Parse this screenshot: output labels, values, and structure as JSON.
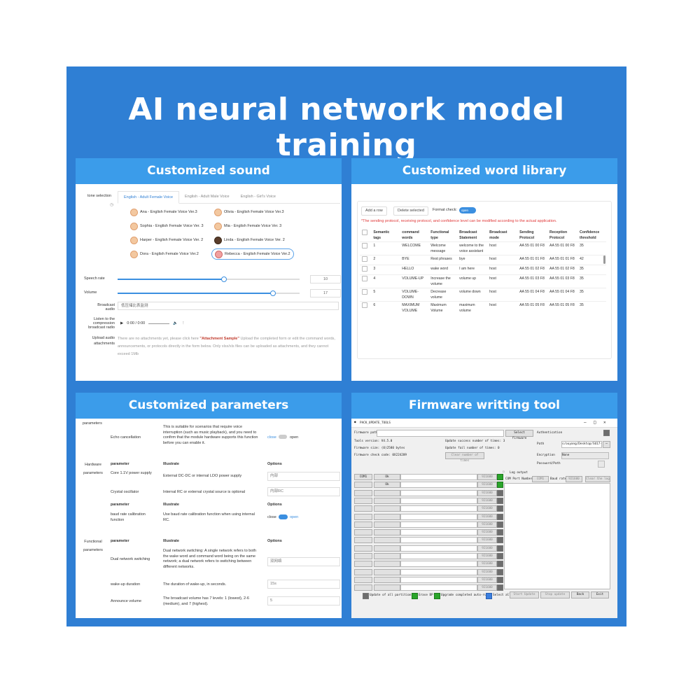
{
  "title": "AI neural network model training",
  "colors": {
    "background": "#2f7fd4",
    "panel_header": "#3b9cea",
    "accent": "#3b8fe0",
    "warning": "#e03b3b"
  },
  "panel_sound": {
    "header": "Customized sound",
    "tone_label": "tone selection",
    "tabs": [
      "English - Adult Female Voice",
      "English - Adult Male Voice",
      "English - Girl's Voice"
    ],
    "voices": [
      "Ana - English Female Voice Ver.3",
      "Olivia - English Female Voice Ver.3",
      "Sophia - English Female Voice Ver. 3",
      "Mia - English Female Voice Ver. 3",
      "Harper - English Female Voice Ver. 2",
      "Linda - English Female Voice Ver. 2",
      "Dora - English Female Voice Ver.2",
      "Rebecca - English Female Voice Ver.2"
    ],
    "speech_rate_label": "Speech rate",
    "speech_rate_value": "10",
    "speech_rate_level": 0.58,
    "volume_label": "Volume",
    "volume_value": "17",
    "volume_level": 0.85,
    "broadcast_label": "Broadcast audio",
    "broadcast_value": "低压储比表监测",
    "listen_label": "Listen to the compression broadcast radio",
    "player_time": "0:00 / 0:00",
    "upload_label": "Upload audio attachments",
    "upload_text_1": "There are no attachments yet, please click here",
    "upload_link": "\"Attachment Sample\"",
    "upload_text_2": "Upload the completed form or edit the command words, announcements, or protocols directly in the form below. Only xlsx/xls files can be uploaded as attachments, and they cannot exceed 1Mb"
  },
  "panel_words": {
    "header": "Customized word library",
    "add_row": "Add a row",
    "delete_selected": "Delete selected",
    "format_check_label": "Format check:",
    "format_check_toggle": "open",
    "warning": "*The sending protocol, receiving protocol, and confidence level can be modified according to the actual application.",
    "columns": [
      "Semantic tags",
      "command words",
      "Functional type",
      "Broadcast Statement",
      "Broadcast mode",
      "Sending Protocol",
      "Reception Protocol",
      "Confidence threshold"
    ],
    "rows": [
      [
        "1",
        "WELCOME",
        "Welcome message",
        "welcome to the voice assistant",
        "host",
        "AA 55 01 00 F8",
        "AA 55 01 00 F8",
        "35"
      ],
      [
        "2",
        "BYE",
        "Rest phrases",
        "bye",
        "host",
        "AA 55 01 01 F8",
        "AA 55 01 01 F8",
        "42"
      ],
      [
        "3",
        "HELLO",
        "wake word",
        "I am here",
        "host",
        "AA 55 01 02 F8",
        "AA 55 01 02 F8",
        "35"
      ],
      [
        "4",
        "VOLUME-UP",
        "Increase the volume",
        "volume up",
        "host",
        "AA 55 01 03 F8",
        "AA 55 01 03 F8",
        "35"
      ],
      [
        "5",
        "VOLUME-DOWN",
        "Decrease volume",
        "volume down",
        "host",
        "AA 55 01 04 F8",
        "AA 55 01 04 F8",
        "35"
      ],
      [
        "6",
        "MAXIMUM VOLUME",
        "Maximum Volume",
        "maximum volume",
        "host",
        "AA 55 01 05 F8",
        "AA 55 01 05 F8",
        "35"
      ]
    ]
  },
  "panel_params": {
    "header": "Customized parameters",
    "section_top": "parameters",
    "echo_label": "Echo cancellation",
    "echo_desc": "This is suitable for scenarios that require voice interruption (such as music playback), and you need to confirm that the module hardware supports this function before you can enable it.",
    "close": "close",
    "open": "open",
    "hardware_section": "Hardware parameters",
    "functional_section": "Functional parameters",
    "h_parameter": "parameter",
    "h_illustrate": "Illustrate",
    "h_options": "Options",
    "core_label": "Core 1.1V power supply",
    "core_desc": "External DC-DC or internal LDO power supply",
    "core_value": "内部",
    "crystal_label": "Crystal oscillator",
    "crystal_desc": "Internal RC or external crystal source is optional",
    "crystal_value": "内部RC",
    "baud_label": "baud rate calibration function",
    "baud_desc": "Use baud rate calibration function when using internal RC.",
    "dual_label": "Dual network switching",
    "dual_desc": "Dual network switching: A single network refers to both the wake word and command word being on the same network; a dual network refers to switching between different networks.",
    "dual_value": "双网络",
    "wake_label": "wake-up duration",
    "wake_desc": "The duration of wake-up, in seconds.",
    "wake_value": "15s",
    "announce_label": "Announce volume",
    "announce_desc": "The broadcast volume has 7 levels: 1 (lowest), 2-6 (medium), and 7 (highest).",
    "announce_value": "5"
  },
  "panel_firmware": {
    "header": "Firmware writting tool",
    "window_title": "PACK_UPDATE_TOOLS",
    "firmware_path_label": "Firmware path",
    "select_firmware": "Select firmware",
    "tools_version": "Tools version: V4.5.0",
    "firmware_size": "Firmware size: (0)2580 bytes",
    "firmware_check": "Firmware check code: 0X224209",
    "update_success": "Update success number of times: 3",
    "update_fail": "Update fail number of times: 0",
    "clear_times": "Clear number of times",
    "authentication": "Authentication",
    "path_label": "Path",
    "path_value": "s/ouyang/Desktop/SU17-i",
    "encryption": "Encryption",
    "encryption_value": "None",
    "password": "Password/Path",
    "log_output": "Log output",
    "com_port_number": "COM Port Number",
    "com_value": "COM1",
    "baud_rate": "Baud rate",
    "baud_value": "921600",
    "clear_log": "Clear the log",
    "port_rows": [
      {
        "port": "COM1",
        "state": "Ok",
        "baud": "921600",
        "checked": true
      },
      {
        "port": "",
        "state": "Ok",
        "baud": "921600",
        "checked": true
      },
      {
        "port": "",
        "state": "",
        "baud": "921600",
        "checked": false
      },
      {
        "port": "",
        "state": "",
        "baud": "921600",
        "checked": false
      },
      {
        "port": "",
        "state": "",
        "baud": "921600",
        "checked": false
      },
      {
        "port": "",
        "state": "",
        "baud": "921600",
        "checked": false
      },
      {
        "port": "",
        "state": "",
        "baud": "921600",
        "checked": false
      },
      {
        "port": "",
        "state": "",
        "baud": "921600",
        "checked": false
      },
      {
        "port": "",
        "state": "",
        "baud": "921600",
        "checked": false
      },
      {
        "port": "",
        "state": "",
        "baud": "921600",
        "checked": false
      },
      {
        "port": "",
        "state": "",
        "baud": "921600",
        "checked": false
      },
      {
        "port": "",
        "state": "",
        "baud": "921600",
        "checked": false
      },
      {
        "port": "",
        "state": "",
        "baud": "921600",
        "checked": false
      },
      {
        "port": "",
        "state": "",
        "baud": "921600",
        "checked": false
      },
      {
        "port": "",
        "state": "",
        "baud": "921600",
        "checked": false
      }
    ],
    "update_all_partitions": "Update of all partitions",
    "erase_bp": "Erase BP",
    "upgrade_completed": "Upgrade completed auto-run",
    "select_all": "Select all",
    "start_update": "Start Update",
    "stop_update": "Stop update",
    "back": "Back",
    "exit": "Exit"
  }
}
